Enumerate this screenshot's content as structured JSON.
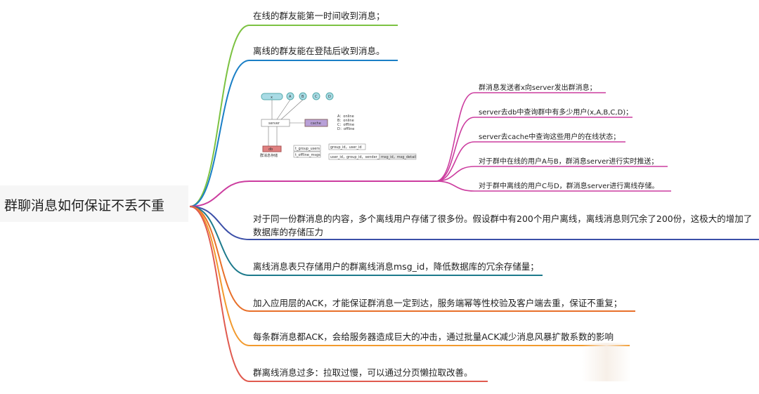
{
  "root": {
    "label": "群聊消息如何保证不丢不重"
  },
  "branches": [
    {
      "id": "b1",
      "label": "在线的群友能第一时间收到消息；",
      "color": "#7cc242"
    },
    {
      "id": "b2",
      "label": "离线的群友能在登陆后收到消息。",
      "color": "#1a7fc6"
    },
    {
      "id": "b3",
      "label": "",
      "color": "#cc3d9f",
      "children": [
        "群消息发送者x向server发出群消息；",
        "server去db中查询群中有多少用户(x,A,B,C,D)；",
        "server去cache中查询这些用户的在线状态；",
        "对于群中在线的用户A与B，群消息server进行实时推送；",
        "对于群中离线的用户C与D，群消息server进行离线存储。"
      ]
    },
    {
      "id": "b4",
      "label": "对于同一份群消息的内容，多个离线用户存储了很多份。假设群中有200个用户离线，离线消息则冗余了200份，这极大的增加了数据库的存储压力",
      "color": "#3b4fa8"
    },
    {
      "id": "b5",
      "label": "离线消息表只存储用户的群离线消息msg_id，降低数据库的冗余存储量；",
      "color": "#1d7a8c"
    },
    {
      "id": "b6",
      "label": "加入应用层的ACK，才能保证群消息一定到达，服务端幂等性校验及客户端去重，保证不重复；",
      "color": "#e8702a"
    },
    {
      "id": "b7",
      "label": "每条群消息都ACK，会给服务器造成巨大的冲击，通过批量ACK减少消息风暴扩散系数的影响",
      "color": "#f29a2e"
    },
    {
      "id": "b8",
      "label": "群离线消息过多：拉取过慢，可以通过分页懒拉取改善。",
      "color": "#e05a4f"
    }
  ],
  "diagram": {
    "nodes": [
      "x",
      "A",
      "B",
      "C",
      "D"
    ],
    "server": "server",
    "cache": "cache",
    "db": "db",
    "db_caption": "群消息存储",
    "status": [
      "A：online",
      "B：online",
      "C：offline",
      "D：offline"
    ],
    "tables": [
      "t_group_users",
      "t_offline_msgs"
    ],
    "fields1": "group_id，user_id",
    "fields2": "user_id，group_id，sender_id，",
    "fields3": "msg_id，msg_detail"
  }
}
